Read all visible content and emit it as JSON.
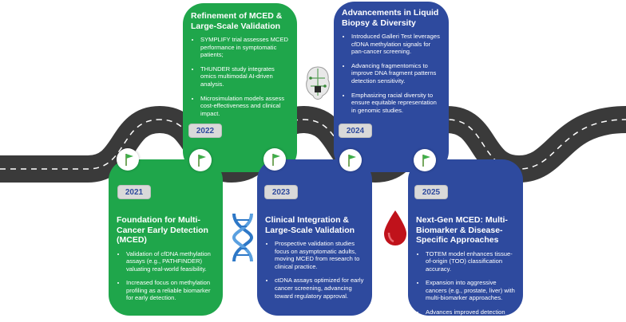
{
  "colors": {
    "green": "#1fa64b",
    "blue": "#2e4a9e",
    "road": "#3a3a3a",
    "year_bg": "#d9d9d9",
    "drop": "#c0121b"
  },
  "icons": [
    "flag-icon",
    "dna-icon",
    "blood-drop-icon",
    "brain-circuit-icon"
  ],
  "milestones": [
    {
      "year": "2021",
      "title": "Foundation for Multi-Cancer Early Detection (MCED)",
      "bullets": [
        "Validation of cfDNA methylation assays (e.g., PATHFINDER) valuating real-world feasibility.",
        "Increased focus on methylation profiling as a reliable biomarker for early detection."
      ]
    },
    {
      "year": "2022",
      "title": "Refinement of MCED & Large-Scale Validation",
      "bullets": [
        "SYMPLIFY trial assesses MCED performance in symptomatic patients;",
        "THUNDER study integrates omics multimodal AI-driven analysis.",
        "Microsimulation models assess cost-effectiveness and clinical impact."
      ]
    },
    {
      "year": "2023",
      "title": "Clinical Integration & Large-Scale Validation",
      "bullets": [
        "Prospective validation studies focus on asymptomatic adults, moving MCED from research to clinical practice.",
        "ctDNA assays optimized for early cancer screening, advancing toward regulatory approval."
      ]
    },
    {
      "year": "2024",
      "title": "Advancements in Liquid Biopsy & Diversity",
      "bullets": [
        "Introduced Galleri Test leverages cfDNA methylation signals for pan-cancer screening.",
        "Advancing fragmentomics to improve DNA fragment patterns detection sensitivity.",
        "Emphasizing racial diversity to ensure equitable representation in genomic studies."
      ]
    },
    {
      "year": "2025",
      "title": "Next-Gen MCED: Multi-Biomarker & Disease-Specific Approaches",
      "bullets": [
        "TOTEM model enhances tissue-of-origin (TOO) classification accuracy.",
        "Expansion into aggressive cancers (e.g., prostate, liver) with multi-biomarker approaches.",
        "Advances improved detection sensitivity using liquid biopsy."
      ]
    }
  ]
}
